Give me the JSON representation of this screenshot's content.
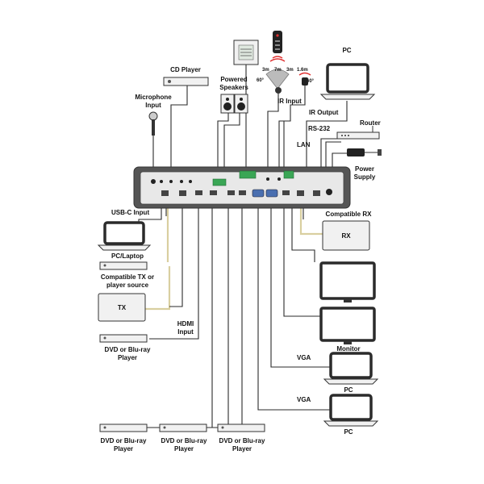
{
  "labels": {
    "cd_player": "CD Player",
    "powered_speakers_1": "Powered",
    "powered_speakers_2": "Speakers",
    "microphone_1": "Microphone",
    "microphone_2": "Input",
    "ir_input": "IR Input",
    "ir_output": "IR Output",
    "ir_dist_3m_left": "3m",
    "ir_dist_7m": "7m",
    "ir_dist_3m_right": "3m",
    "ir_angle_60_left": "60°",
    "ir_out_dist": "1.6m",
    "ir_out_angle": "60°",
    "pc_top": "PC",
    "rs232": "RS-232",
    "router": "Router",
    "lan": "LAN",
    "power_supply_1": "Power",
    "power_supply_2": "Supply",
    "usbc_input": "USB-C Input",
    "pc_laptop": "PC/Laptop",
    "compatible_tx_1": "Compatible TX or",
    "compatible_tx_2": "player source",
    "tx": "TX",
    "hdmi_input_1": "HDMI",
    "hdmi_input_2": "Input",
    "dvd_left_1": "DVD or Blu-ray",
    "dvd_left_2": "Player",
    "compatible_rx": "Compatible RX",
    "rx": "RX",
    "monitor": "Monitor",
    "vga_1": "VGA",
    "vga_2": "VGA",
    "pc_mid": "PC",
    "pc_bottom": "PC",
    "dvd_b1_1": "DVD or Blu-ray",
    "dvd_b1_2": "Player",
    "dvd_b2_1": "DVD or Blu-ray",
    "dvd_b2_2": "Player",
    "dvd_b3_1": "DVD or Blu-ray",
    "dvd_b3_2": "Player"
  },
  "colors": {
    "wire": "#2a2a2a",
    "hdbaset_wire": "#d9cfa0",
    "connector_green": "#3aa655",
    "connector_blue": "#4a6fb0",
    "ir_red": "#e03030"
  },
  "icons": [
    "microphone-icon",
    "speaker-icon",
    "remote-control-icon",
    "ir-receiver-icon",
    "ir-emitter-icon",
    "laptop-icon",
    "router-icon",
    "power-adapter-icon",
    "monitor-icon",
    "keypad-icon"
  ]
}
